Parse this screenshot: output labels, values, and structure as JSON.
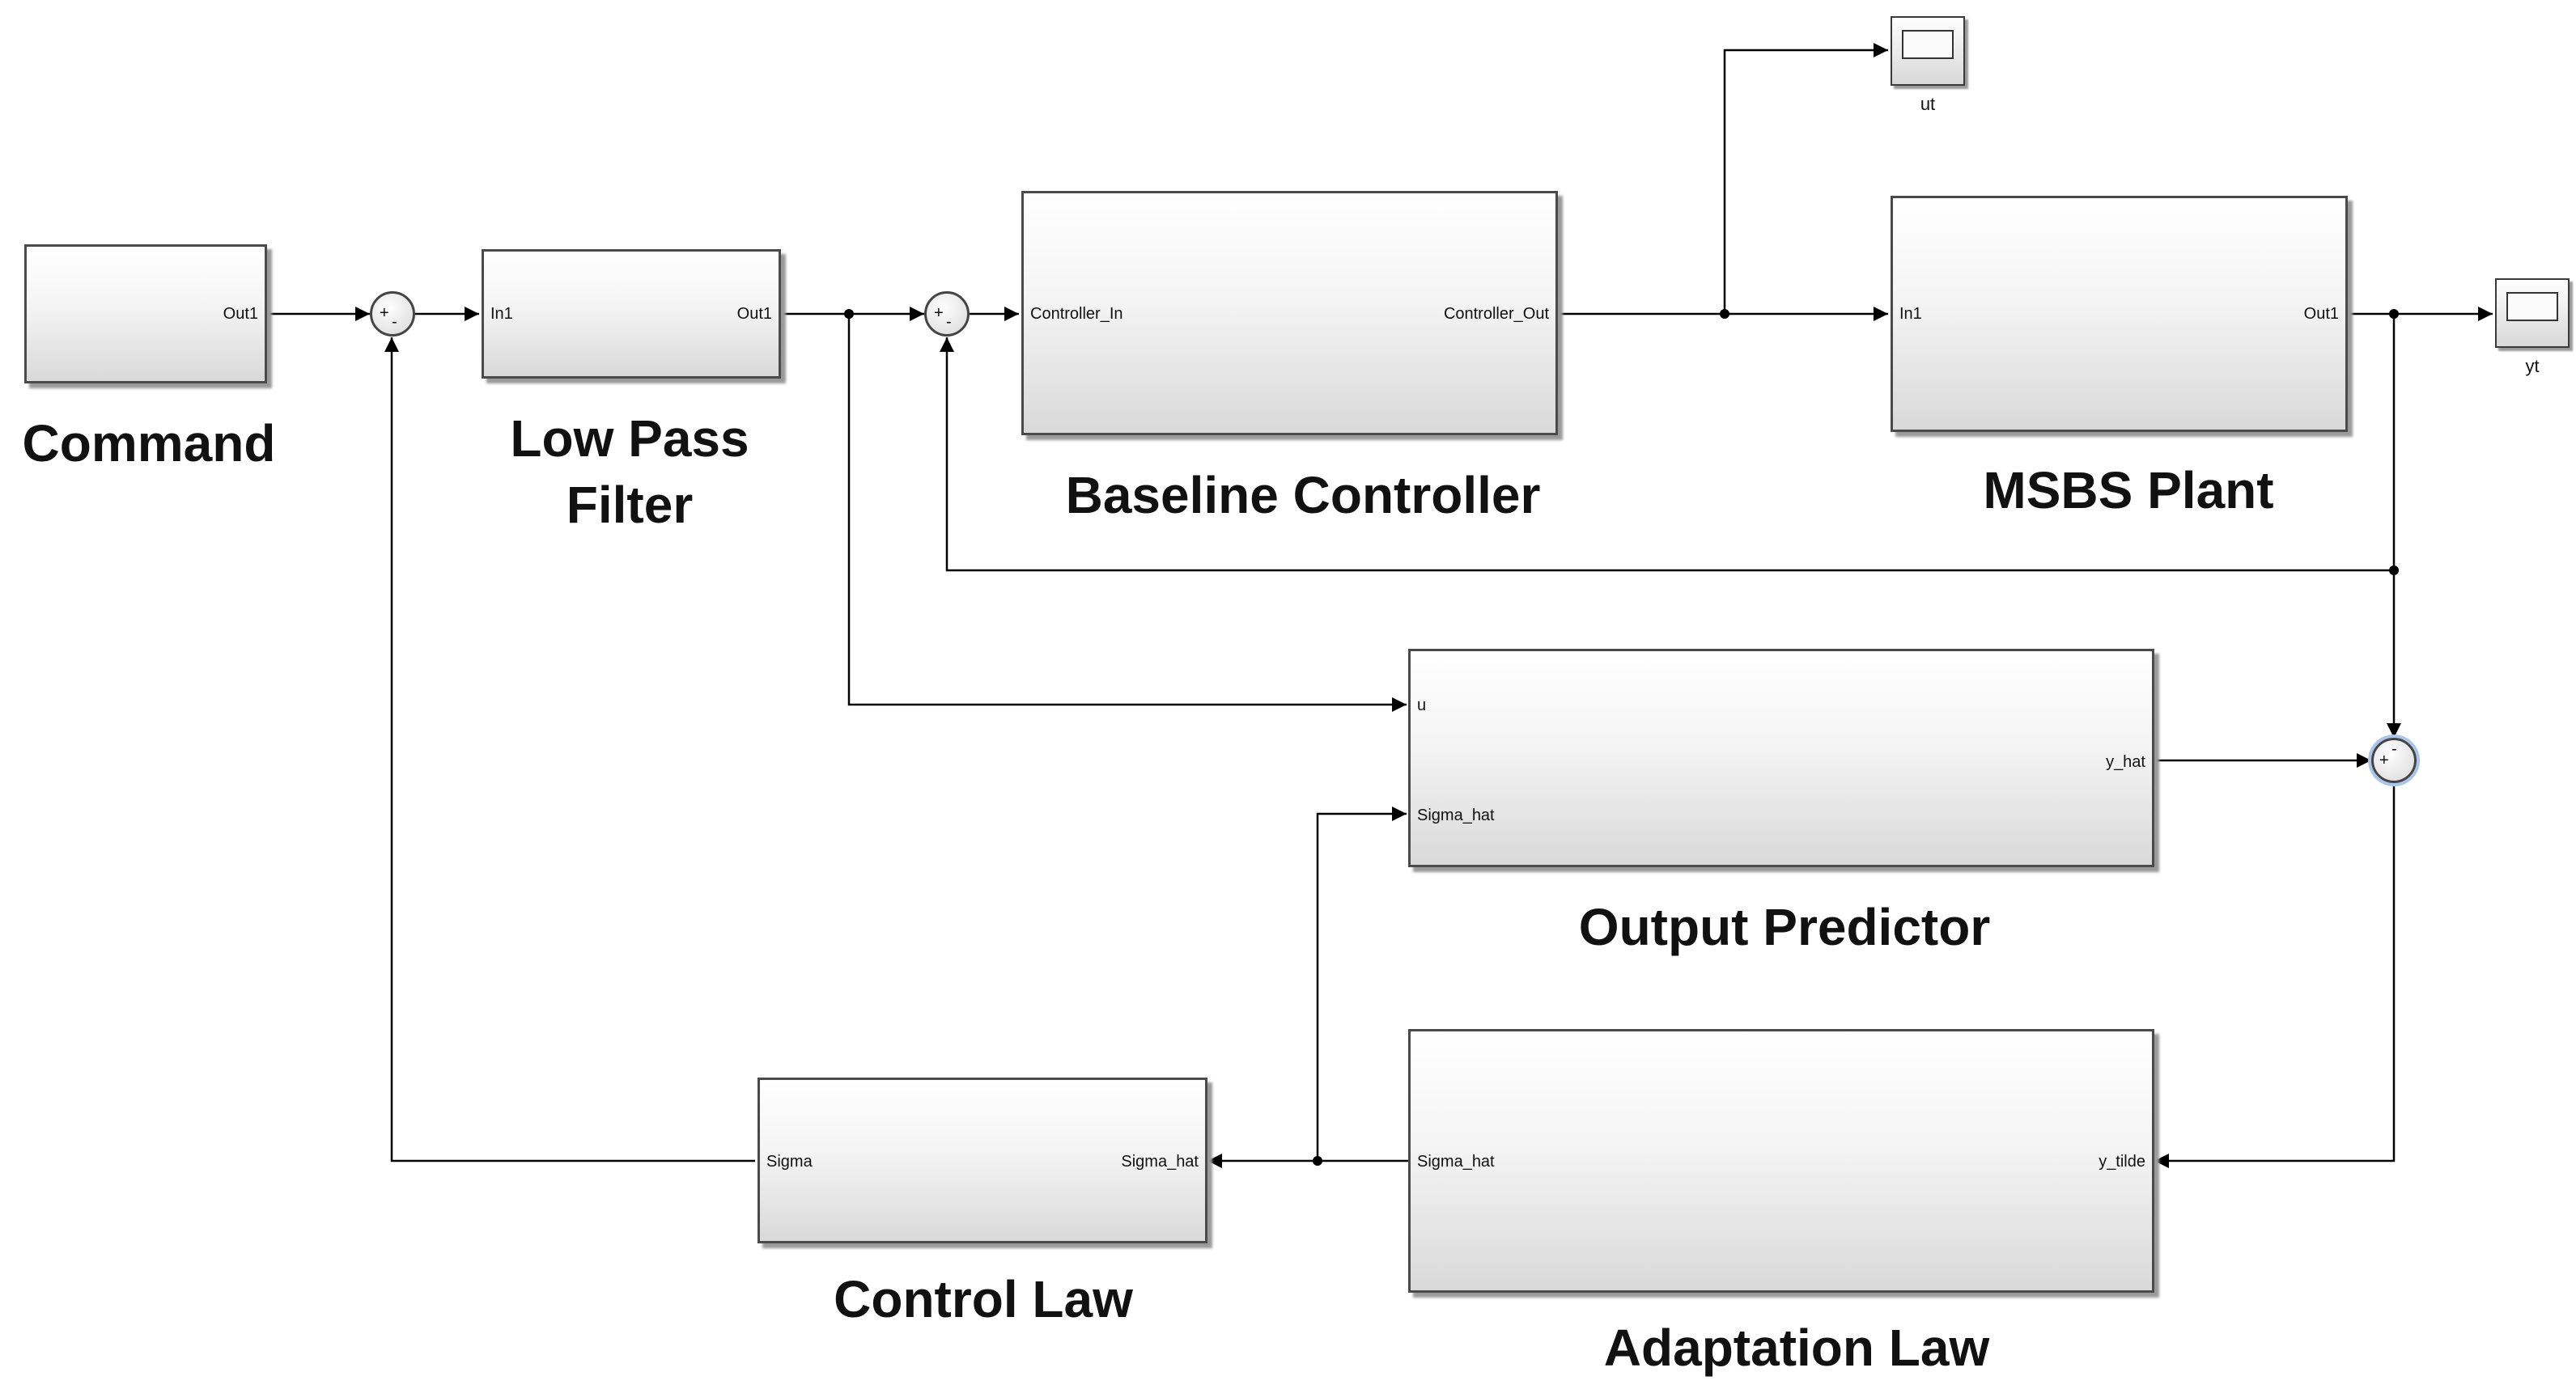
{
  "blocks": {
    "command": {
      "title": "Command",
      "out": "Out1"
    },
    "lpf": {
      "title_line1": "Low Pass",
      "title_line2": "Filter",
      "in": "In1",
      "out": "Out1"
    },
    "baseline": {
      "title": "Baseline Controller",
      "in": "Controller_In",
      "out": "Controller_Out"
    },
    "plant": {
      "title": "MSBS Plant",
      "in": "In1",
      "out": "Out1"
    },
    "predictor": {
      "title": "Output Predictor",
      "in_u": "u",
      "in_sigma": "Sigma_hat",
      "out": "y_hat"
    },
    "adaptation": {
      "title": "Adaptation Law",
      "in": "y_tilde",
      "out": "Sigma_hat"
    },
    "control": {
      "title": "Control Law",
      "in": "Sigma_hat",
      "out": "Sigma"
    }
  },
  "scopes": {
    "ut": "ut",
    "yt": "yt"
  },
  "sums": {
    "sum1": {
      "plus": "+",
      "minus": "-"
    },
    "sum2": {
      "plus": "+",
      "minus": "-"
    },
    "sum3": {
      "plus": "+",
      "minus": "-"
    }
  },
  "colors": {
    "line": "#000000",
    "block_border": "#4a4a4a",
    "highlight": "#a9c6ea"
  }
}
